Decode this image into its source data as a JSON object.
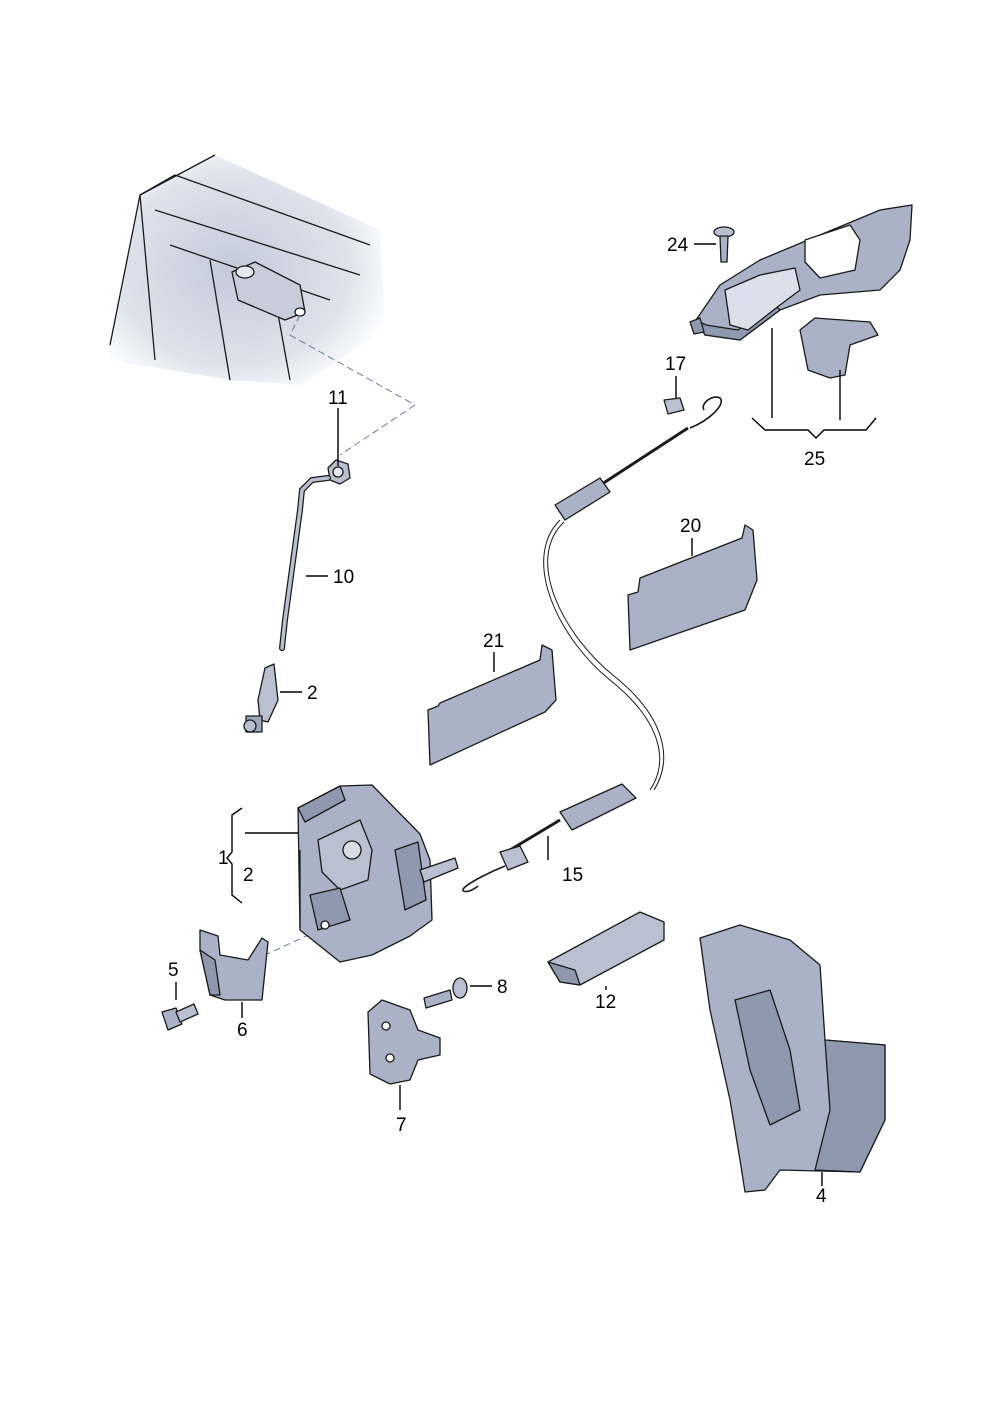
{
  "colors": {
    "part_fill": "#a9b2c6",
    "part_dark": "#6f7a92",
    "part_light": "#cfd5e2",
    "shade": "#dde2ec",
    "dash": "#6b7ca0"
  },
  "labels": {
    "p1": "1",
    "p2_rod": "2",
    "p2_bracket": "2",
    "p4": "4",
    "p5": "5",
    "p6": "6",
    "p7": "7",
    "p8": "8",
    "p10": "10",
    "p11": "11",
    "p12": "12",
    "p15": "15",
    "p17": "17",
    "p20": "20",
    "p21": "21",
    "p24": "24",
    "p25": "25"
  },
  "icons": {
    "lock": "door-lock-icon",
    "handle": "inner-handle-icon",
    "cable": "bowden-cable-icon"
  }
}
